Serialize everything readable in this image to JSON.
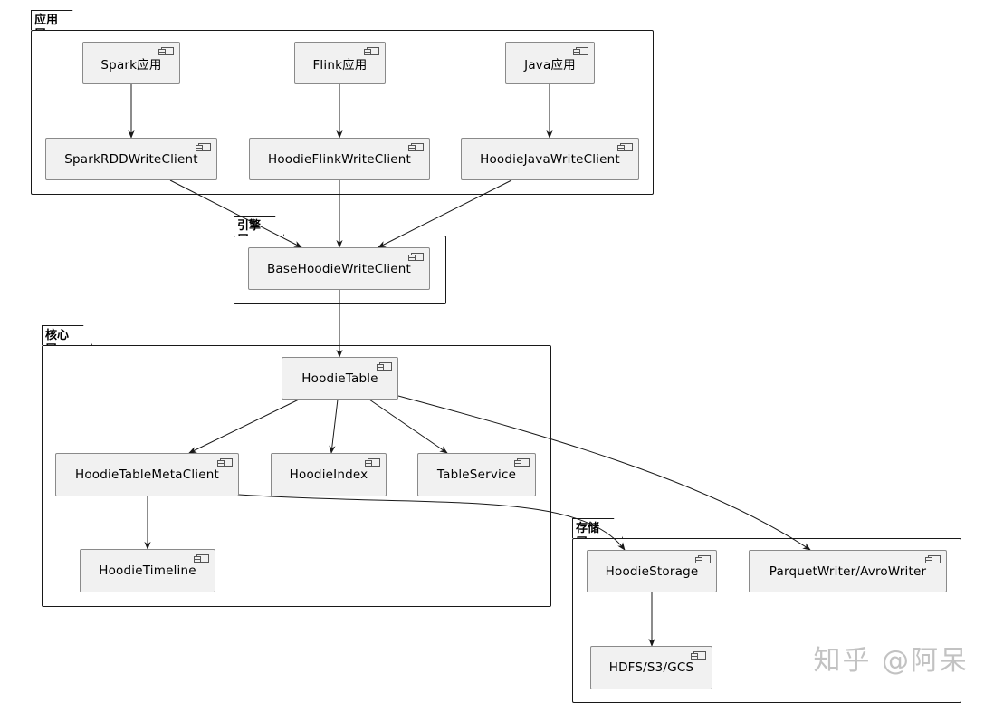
{
  "packages": {
    "app": "应用层",
    "engine": "引擎层",
    "core": "核心层",
    "storage": "存储层"
  },
  "components": {
    "spark_app": "Spark应用",
    "flink_app": "Flink应用",
    "java_app": "Java应用",
    "spark_rdd_client": "SparkRDDWriteClient",
    "hoodie_flink_client": "HoodieFlinkWriteClient",
    "hoodie_java_client": "HoodieJavaWriteClient",
    "base_client": "BaseHoodieWriteClient",
    "hoodie_table": "HoodieTable",
    "meta_client": "HoodieTableMetaClient",
    "hoodie_index": "HoodieIndex",
    "table_service": "TableService",
    "hoodie_timeline": "HoodieTimeline",
    "hoodie_storage": "HoodieStorage",
    "parquet_writer": "ParquetWriter/AvroWriter",
    "hdfs": "HDFS/S3/GCS"
  },
  "watermark": "知乎 @阿呆",
  "colors": {
    "node_fill": "#f1f1f1",
    "node_border": "#8a8a8a",
    "line": "#181818"
  }
}
